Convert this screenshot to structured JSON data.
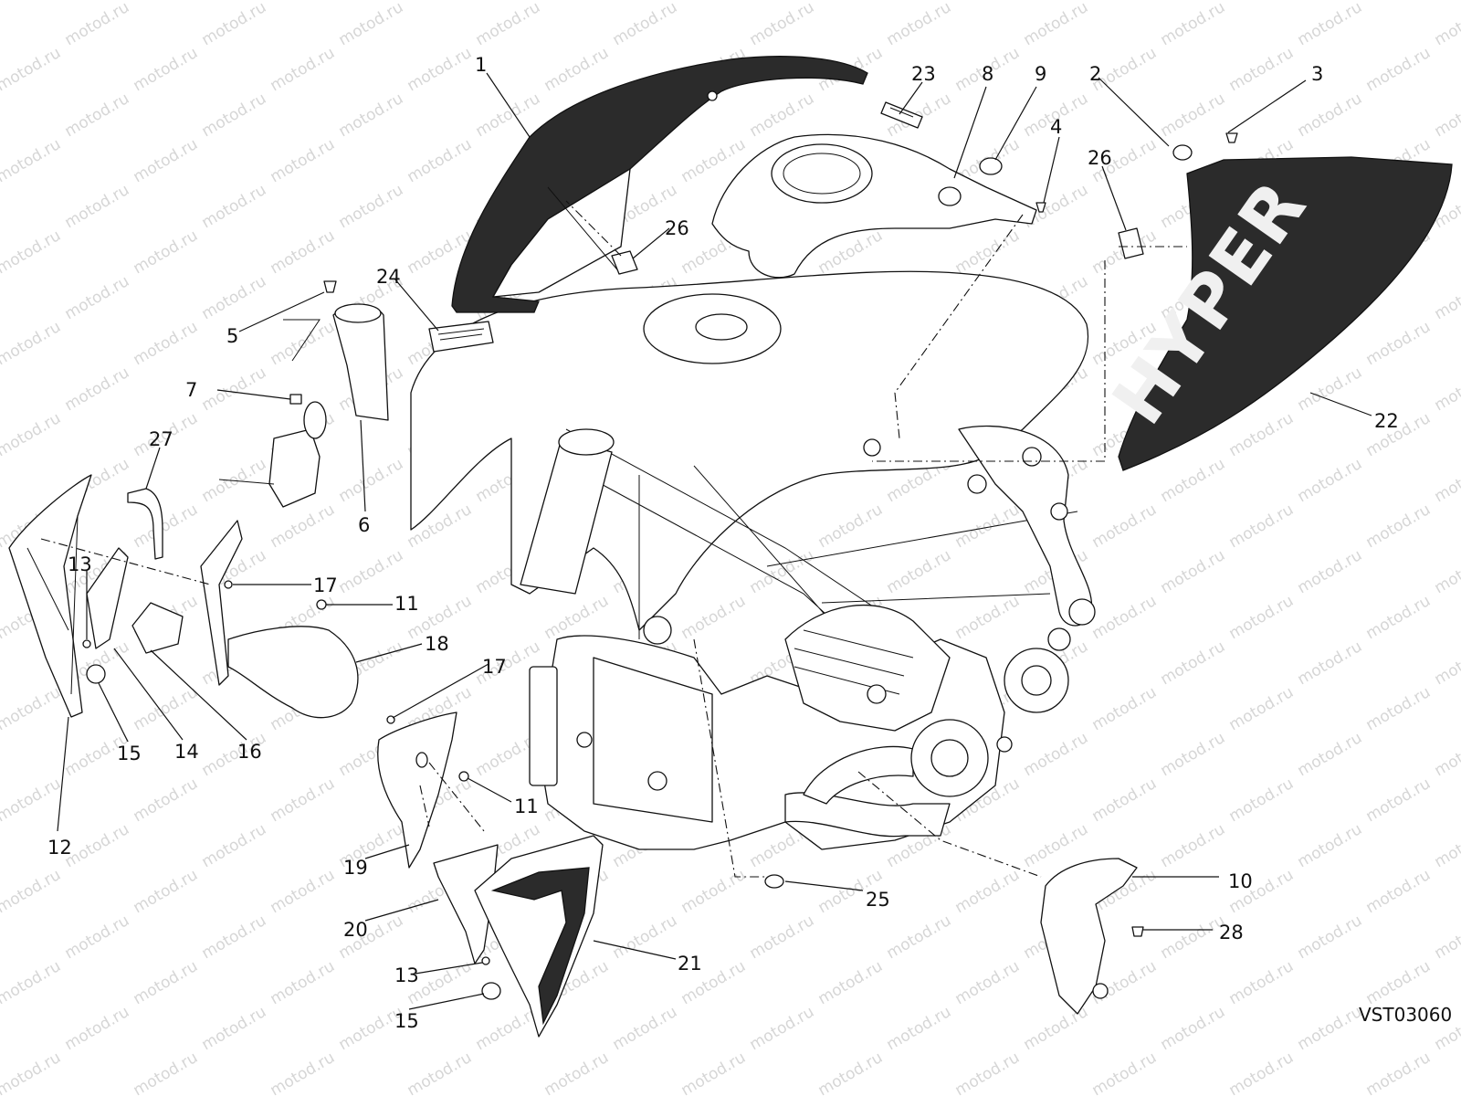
{
  "watermark": "motod.ru",
  "drawing_code": "VST03060",
  "decal_text": "HYPER",
  "callouts": [
    {
      "id": "c1",
      "label": "1"
    },
    {
      "id": "c2",
      "label": "2"
    },
    {
      "id": "c3",
      "label": "3"
    },
    {
      "id": "c4",
      "label": "4"
    },
    {
      "id": "c5",
      "label": "5"
    },
    {
      "id": "c6",
      "label": "6"
    },
    {
      "id": "c7",
      "label": "7"
    },
    {
      "id": "c8",
      "label": "8"
    },
    {
      "id": "c9",
      "label": "9"
    },
    {
      "id": "c10",
      "label": "10"
    },
    {
      "id": "c11a",
      "label": "11"
    },
    {
      "id": "c11b",
      "label": "11"
    },
    {
      "id": "c12",
      "label": "12"
    },
    {
      "id": "c13a",
      "label": "13"
    },
    {
      "id": "c13b",
      "label": "13"
    },
    {
      "id": "c14",
      "label": "14"
    },
    {
      "id": "c15a",
      "label": "15"
    },
    {
      "id": "c15b",
      "label": "15"
    },
    {
      "id": "c16",
      "label": "16"
    },
    {
      "id": "c17a",
      "label": "17"
    },
    {
      "id": "c17b",
      "label": "17"
    },
    {
      "id": "c18",
      "label": "18"
    },
    {
      "id": "c19",
      "label": "19"
    },
    {
      "id": "c20",
      "label": "20"
    },
    {
      "id": "c21",
      "label": "21"
    },
    {
      "id": "c22",
      "label": "22"
    },
    {
      "id": "c23",
      "label": "23"
    },
    {
      "id": "c24",
      "label": "24"
    },
    {
      "id": "c25",
      "label": "25"
    },
    {
      "id": "c26a",
      "label": "26"
    },
    {
      "id": "c26b",
      "label": "26"
    },
    {
      "id": "c27",
      "label": "27"
    },
    {
      "id": "c28",
      "label": "28"
    }
  ]
}
